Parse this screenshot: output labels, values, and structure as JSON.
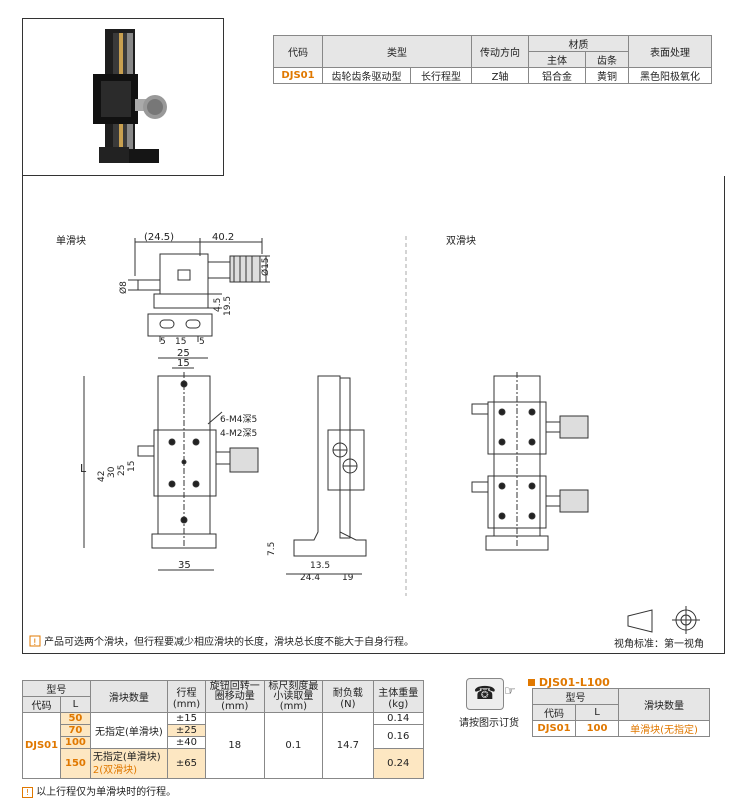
{
  "spec_table": {
    "headers": {
      "code": "代码",
      "type": "类型",
      "direction": "传动方向",
      "material": "材质",
      "body": "主体",
      "rack": "齿条",
      "surface": "表面处理"
    },
    "row": {
      "code": "DJS01",
      "type1": "齿轮齿条驱动型",
      "type2": "长行程型",
      "direction": "Z轴",
      "body": "铝合金",
      "rack": "黄铜",
      "surface": "黑色阳极氧化"
    }
  },
  "drawing": {
    "single_label": "单滑块",
    "double_label": "双滑块",
    "dims": {
      "d_24_5": "(24.5)",
      "d_40_2": "40.2",
      "d_15_dia": "Ø15",
      "d_8_dia": "Ø8",
      "d_4_5": "4.5",
      "d_19_5": "19.5",
      "d_5a": "5",
      "d_15": "15",
      "d_5b": "5",
      "d_25": "25",
      "d_15b": "15",
      "d_6m4": "6-M4深5",
      "d_4m2": "4-M2深5",
      "d_L": "L",
      "d_42": "42",
      "d_30": "30",
      "d_25v": "25",
      "d_15v": "15",
      "d_35": "35",
      "d_7_5": "7.5",
      "d_13_5": "13.5",
      "d_24_4": "24.4",
      "d_19": "19"
    },
    "note": "产品可选两个滑块，但行程要减少相应滑块的长度，滑块总长度不能大于自身行程。",
    "view_label": "视角标准：第一视角"
  },
  "main_table": {
    "headers": {
      "model": "型号",
      "code": "代码",
      "L": "L",
      "qty": "滑块数量",
      "stroke": "行程",
      "stroke_unit": "(mm)",
      "knob": "旋钮回转一圈移动量",
      "knob_unit": "(mm)",
      "scale": "标尺刻度最小读取量",
      "scale_unit": "(mm)",
      "load": "耐负载",
      "load_unit": "(N)",
      "weight": "主体重量",
      "weight_unit": "(kg)"
    },
    "code": "DJS01",
    "rows": [
      {
        "L": "50",
        "stroke": "±15",
        "weight": "0.14"
      },
      {
        "L": "70",
        "stroke": "±25",
        "weight": "0.16"
      },
      {
        "L": "100",
        "stroke": "±40"
      },
      {
        "L": "150",
        "stroke": "±65",
        "weight": "0.24"
      }
    ],
    "qty_single": "无指定(单滑块)",
    "qty_double_1": "无指定(单滑块)",
    "qty_double_2": "2(双滑块)",
    "knob": "18",
    "scale": "0.1",
    "load": "14.7",
    "footnote": "以上行程仅为单滑块时的行程。"
  },
  "order": {
    "label": "请按图示订货",
    "title": "DJS01-L100",
    "headers": {
      "model": "型号",
      "code": "代码",
      "L": "L",
      "qty": "滑块数量"
    },
    "row": {
      "code": "DJS01",
      "L": "100",
      "qty": "单滑块(无指定)"
    }
  },
  "colors": {
    "accent": "#e07800",
    "highlight": "#fde7c2",
    "header": "#e6e6e6"
  }
}
